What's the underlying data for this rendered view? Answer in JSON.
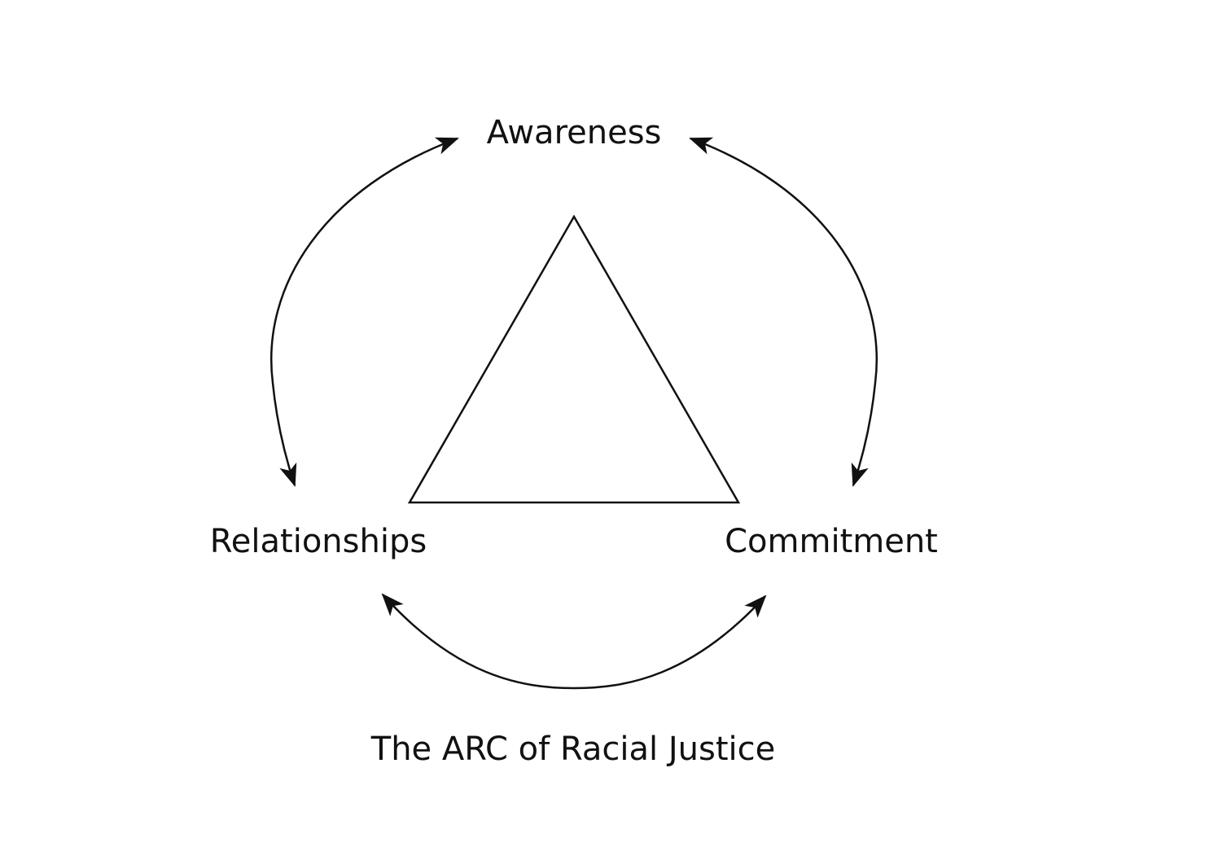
{
  "nodes": {
    "awareness": "Awareness",
    "relationships": "Relationships",
    "commitment": "Commitment"
  },
  "caption": "The ARC of Racial Justice",
  "colors": {
    "ink": "#111111",
    "background": "#ffffff"
  }
}
